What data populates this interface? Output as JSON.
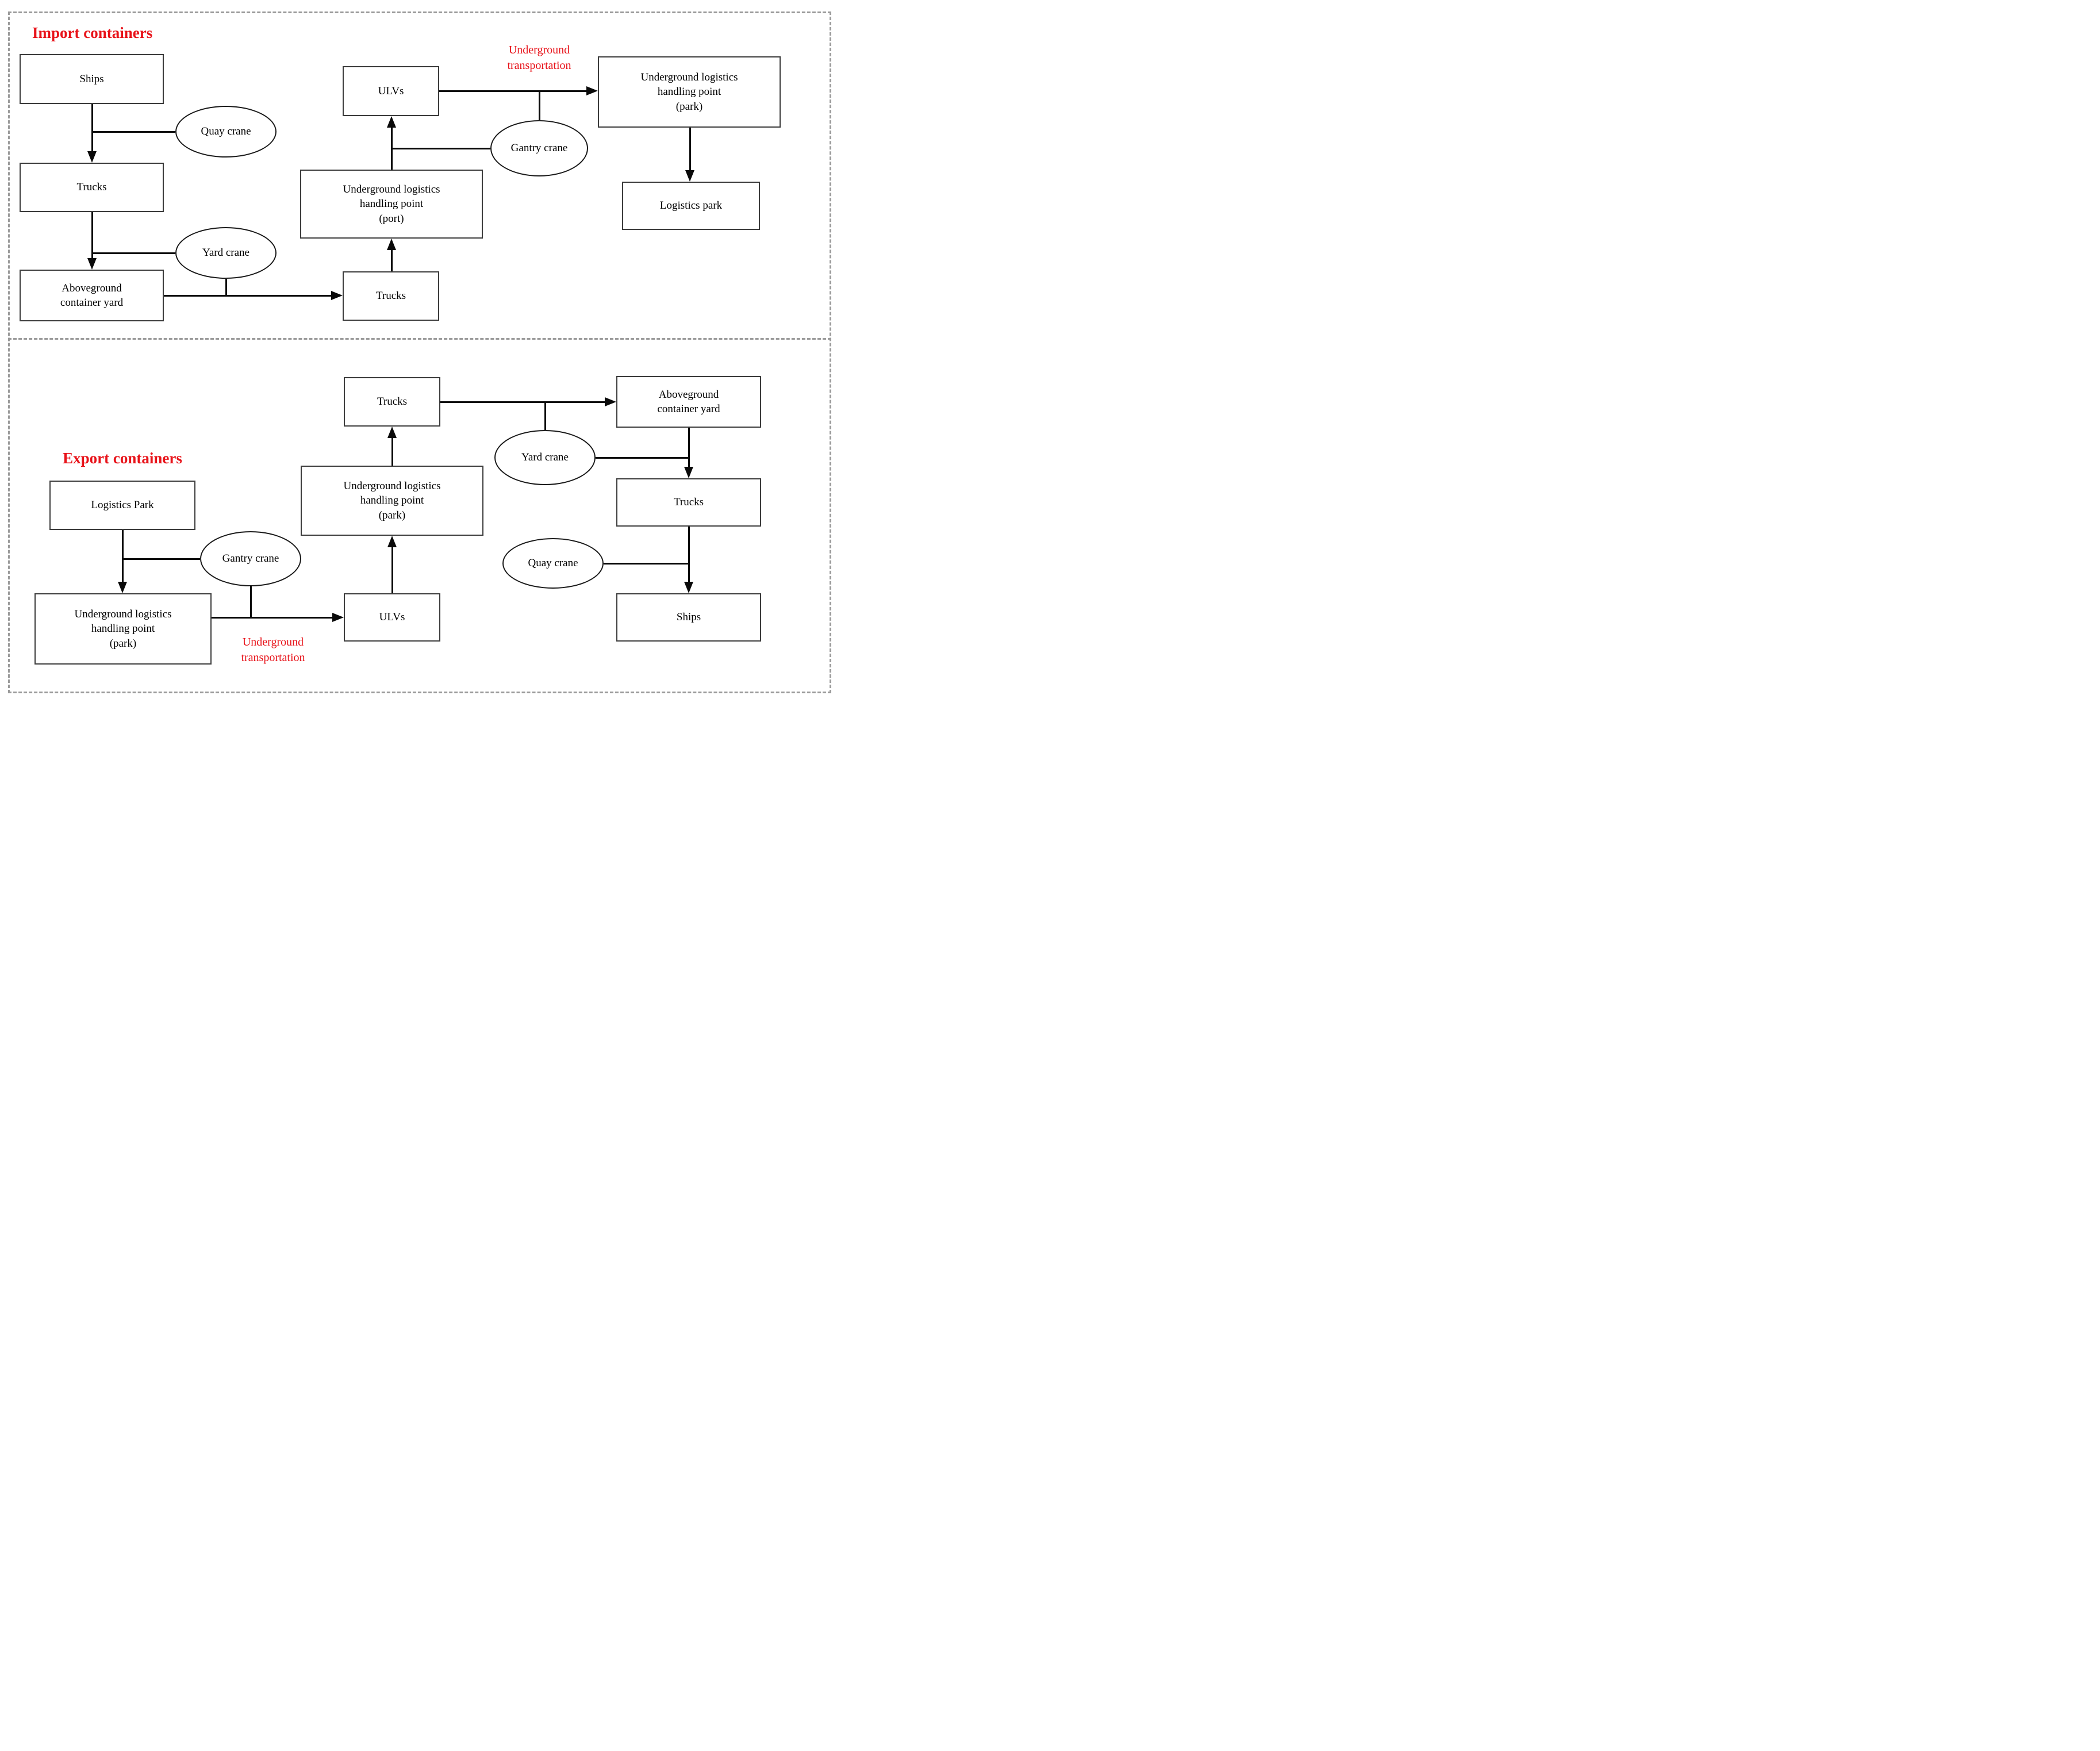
{
  "colors": {
    "accent_red": "#e8131a",
    "line_black": "#0a0a0a",
    "dashed_border_gray": "#9b9b9b"
  },
  "imp": {
    "title": "Import containers",
    "flow_label": [
      "Underground",
      "transportation"
    ],
    "nodes": {
      "ships": [
        "Ships"
      ],
      "trucks_quay": [
        "Trucks"
      ],
      "aboveground_yard": [
        "Aboveground",
        "container yard"
      ],
      "trucks_yard": [
        "Trucks"
      ],
      "ulhp_port": [
        "Underground logistics",
        "handling point",
        "(port)"
      ],
      "ulvs": [
        "ULVs"
      ],
      "ulhp_park": [
        "Underground logistics",
        "handling point",
        "(park)"
      ],
      "logistics_park": [
        "Logistics park"
      ]
    },
    "cranes": {
      "quay": "Quay crane",
      "yard": "Yard crane",
      "gantry": "Gantry crane"
    }
  },
  "exp": {
    "title": "Export containers",
    "flow_label": [
      "Underground",
      "transportation"
    ],
    "nodes": {
      "logistics_park": [
        "Logistics Park"
      ],
      "ulhp_park_left": [
        "Underground logistics",
        "handling point",
        "(park)"
      ],
      "ulvs": [
        "ULVs"
      ],
      "ulhp_park_mid": [
        "Underground logistics",
        "handling point",
        "(park)"
      ],
      "trucks_mid": [
        "Trucks"
      ],
      "aboveground_yard": [
        "Aboveground",
        "container yard"
      ],
      "trucks_right": [
        "Trucks"
      ],
      "ships": [
        "Ships"
      ]
    },
    "cranes": {
      "gantry": "Gantry crane",
      "yard": "Yard crane",
      "quay": "Quay crane"
    }
  }
}
